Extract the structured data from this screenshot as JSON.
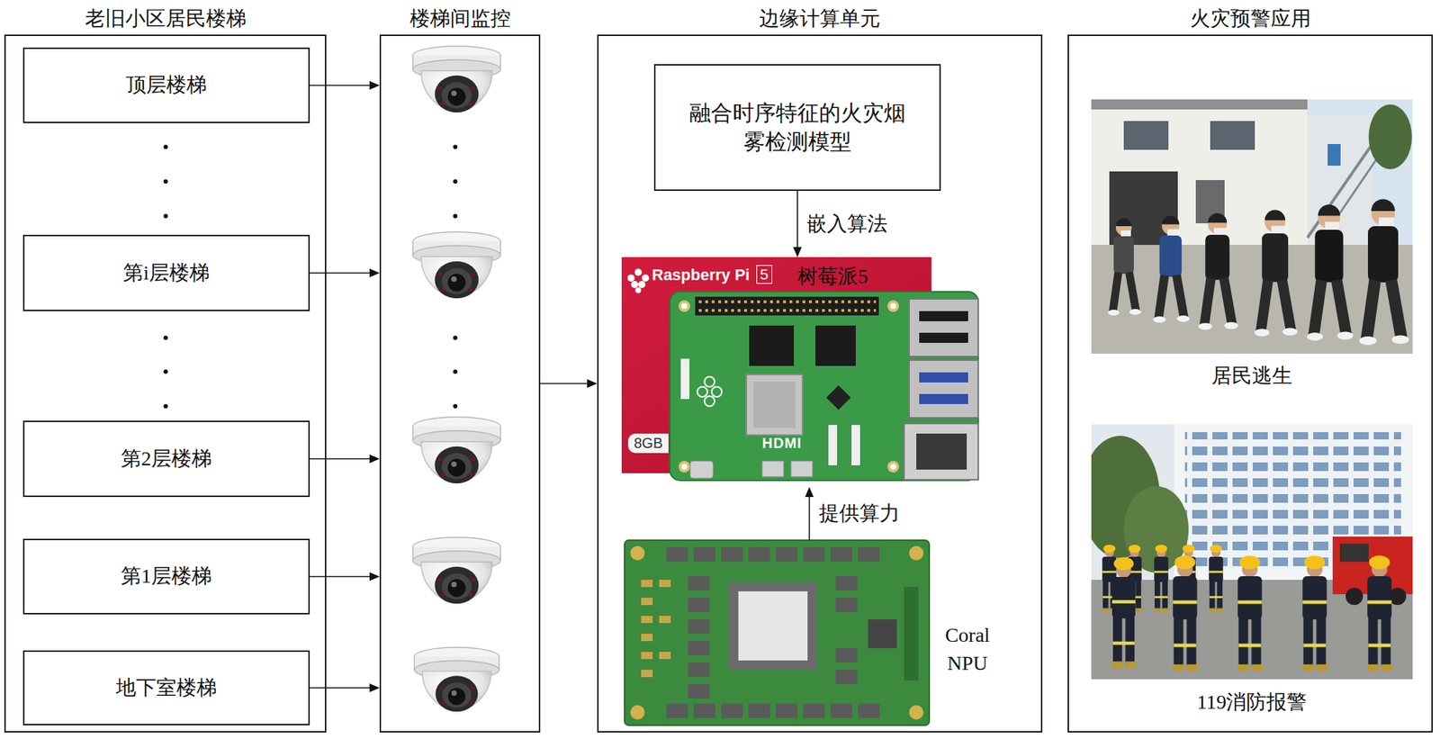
{
  "diagram": {
    "nodes": [
      {
        "text": [
          "老旧小区居民楼梯"
        ]
      },
      {
        "text": [
          "顶层楼梯"
        ],
        "in": 0
      },
      {
        "text": [
          "第i层楼梯"
        ],
        "in": 0
      },
      {
        "text": [
          "第2层楼梯"
        ],
        "in": 0
      },
      {
        "text": [
          "第1层楼梯"
        ],
        "in": 0
      },
      {
        "text": [
          "地下室楼梯"
        ],
        "in": 0
      },
      {
        "text": [
          "楼梯间监控"
        ]
      },
      {
        "text": [
          "边缘计算单元"
        ]
      },
      {
        "text": [
          "融合时序特征的火灾烟雾检测模型"
        ],
        "in": 7
      },
      {
        "text": [
          "树莓派5"
        ],
        "in": 7
      },
      {
        "text": [
          "Coral NPU"
        ],
        "in": 7
      },
      {
        "text": [
          "火灾预警应用"
        ]
      },
      {
        "text": [
          "居民逃生"
        ],
        "in": 11
      },
      {
        "text": [
          "119消防报警"
        ],
        "in": 11
      }
    ],
    "edges": [
      {
        "from": 1,
        "to": 6,
        "arrow": "to"
      },
      {
        "from": 2,
        "to": 6,
        "arrow": "to"
      },
      {
        "from": 3,
        "to": 6,
        "arrow": "to"
      },
      {
        "from": 4,
        "to": 6,
        "arrow": "to"
      },
      {
        "from": 5,
        "to": 6,
        "arrow": "to"
      },
      {
        "from": 6,
        "to": 7,
        "arrow": "to"
      },
      {
        "from": 8,
        "to": 9,
        "arrow": "to",
        "label": "嵌入算法"
      },
      {
        "from": 10,
        "to": 9,
        "arrow": "to",
        "label": "提供算力"
      }
    ],
    "labels": [
      "Raspberry Pi",
      "5",
      "8GB",
      "HDMI"
    ]
  }
}
